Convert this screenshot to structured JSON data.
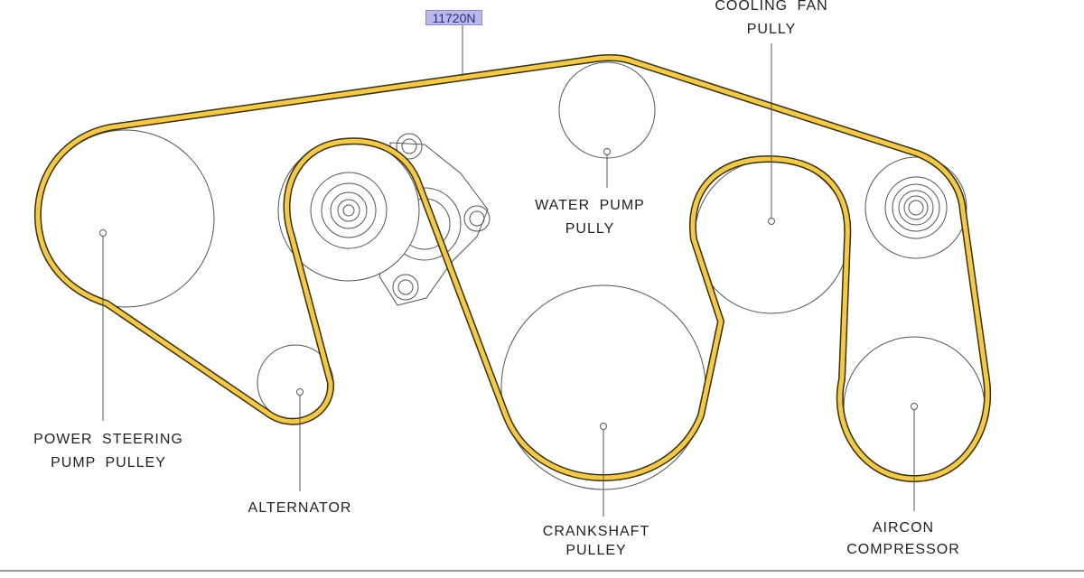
{
  "part_number": "11720N",
  "colors": {
    "belt": "#f2c94c",
    "belt_edge": "#3a3000",
    "outline": "#555555",
    "text": "#222222",
    "part_highlight": "#b9b9ec"
  },
  "labels": {
    "cooling_fan": {
      "line1": "COOLING  FAN",
      "line2": "PULLY"
    },
    "water_pump": {
      "line1": "WATER  PUMP",
      "line2": "PULLY"
    },
    "power_steering": {
      "line1": "POWER  STEERING",
      "line2": "PUMP  PULLEY"
    },
    "alternator": "ALTERNATOR",
    "crankshaft": {
      "line1": "CRANKSHAFT",
      "line2": "PULLEY"
    },
    "aircon": {
      "line1": "AIRCON",
      "line2": "COMPRESSOR"
    }
  }
}
